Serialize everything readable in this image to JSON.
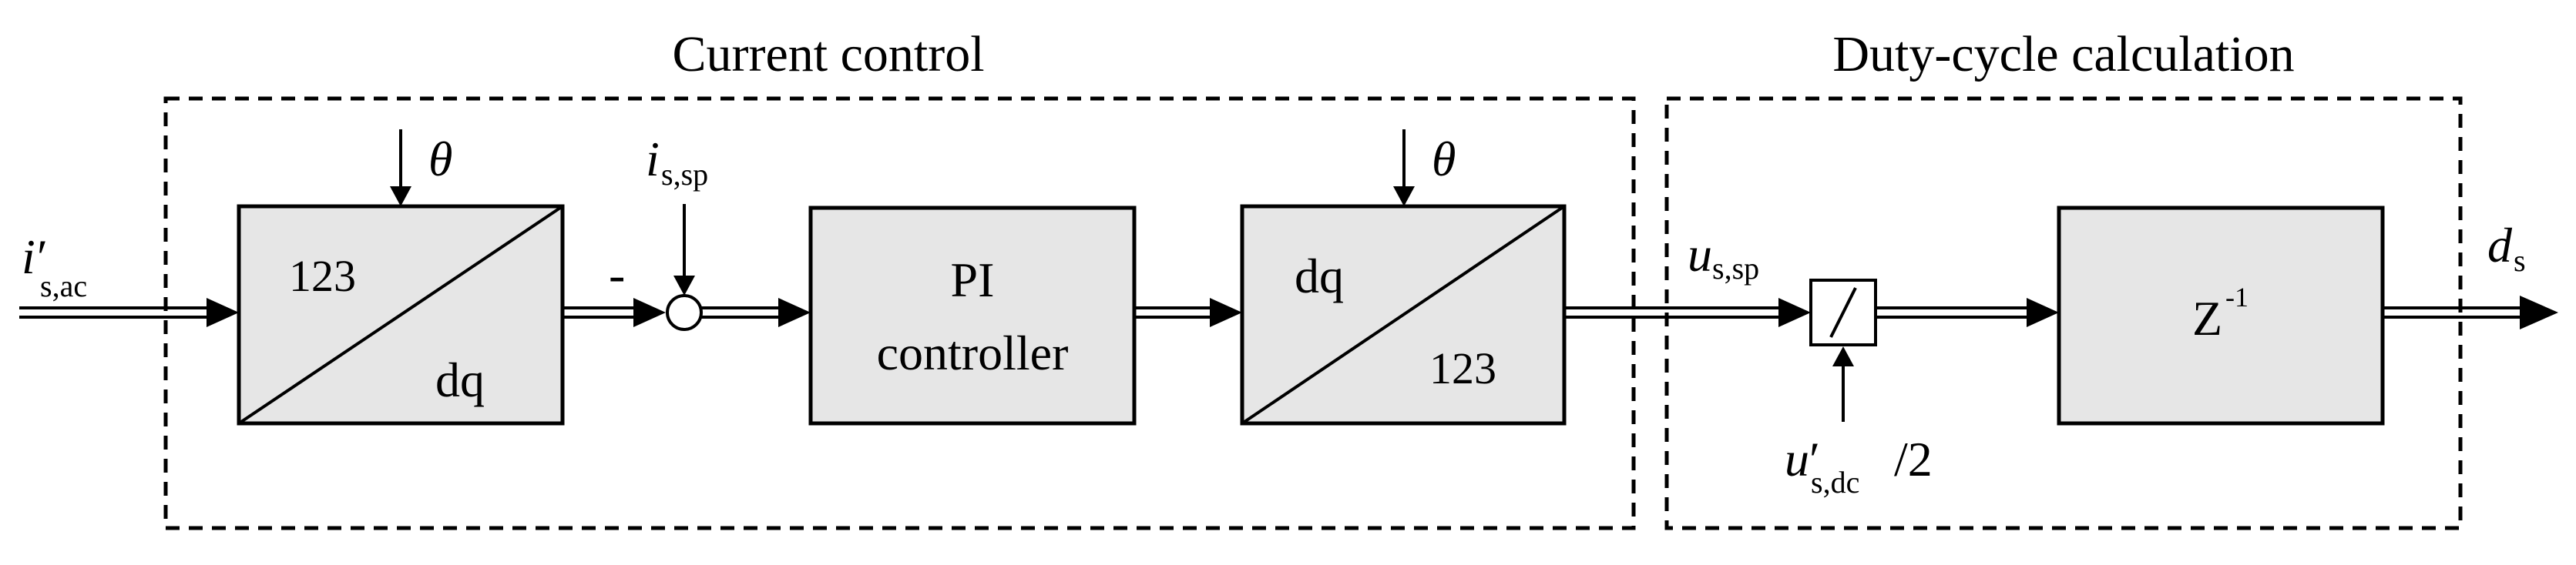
{
  "sections": {
    "current_control": "Current control",
    "duty_cycle": "Duty-cycle calculation"
  },
  "blocks": {
    "transform_in": {
      "top": "123",
      "bottom": "dq"
    },
    "pi": {
      "line1": "PI",
      "line2": "controller"
    },
    "transform_out": {
      "top": "dq",
      "bottom": "123"
    },
    "delay": {
      "base": "Z",
      "exp": "-1"
    }
  },
  "signals": {
    "input_current": {
      "base": "i",
      "prime": "′",
      "sub": "s,ac"
    },
    "setpoint_current": {
      "base": "i",
      "sub": "s,sp"
    },
    "theta": "θ",
    "minus": "-",
    "voltage_setpoint": {
      "base": "u",
      "sub": "s,sp"
    },
    "dc_voltage": {
      "base": "u",
      "prime": "′",
      "sub": "s,dc",
      "suffix": "/2"
    },
    "duty": {
      "base": "d",
      "sub": "s"
    },
    "divider": "/"
  }
}
